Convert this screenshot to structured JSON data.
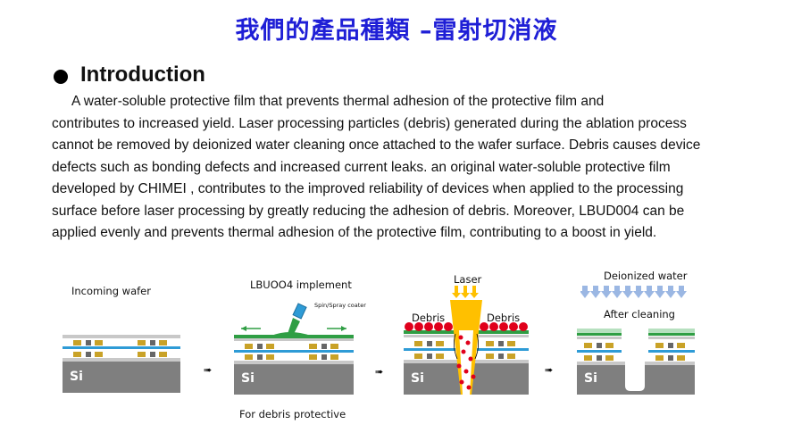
{
  "title": "我們的產品種類 –雷射切消液",
  "intro": {
    "heading": "Introduction",
    "lines": [
      "A water-soluble protective film that prevents thermal adhesion of the protective film and",
      "contributes to increased yield. Laser processing particles (debris) generated during the ablation process",
      "cannot be removed by deionized water cleaning once attached to the wafer surface. Debris causes device",
      "defects such as bonding defects and increased current leaks.  an original water-soluble protective film",
      "developed by CHIMEI , contributes to the improved reliability of devices when applied to the processing",
      "surface before laser processing by greatly reducing the adhesion of debris. Moreover, LBUD004 can be",
      "applied evenly and prevents thermal adhesion of the protective film, contributing to a boost in yield."
    ]
  },
  "diagram": {
    "step1": {
      "label": "Incoming wafer",
      "si": "Si"
    },
    "step2": {
      "label": "LBUOO4 implement",
      "coater": "Spin/Spray coater",
      "caption": "For debris protective",
      "si": "Si"
    },
    "step3": {
      "laser": "Laser",
      "debris_left": "Debris",
      "debris_right": "Debris",
      "si": "Si"
    },
    "step4": {
      "water": "Deionized water",
      "label": "After cleaning",
      "si": "Si"
    },
    "arrow_glyph": "➠",
    "colors": {
      "si": "#7f7f7f",
      "layer_blue": "#2e9bd6",
      "layer_gray": "#c8c8c8",
      "film_green": "#2f9e44",
      "debris_red": "#e0001b",
      "laser_yellow": "#ffc000"
    }
  }
}
